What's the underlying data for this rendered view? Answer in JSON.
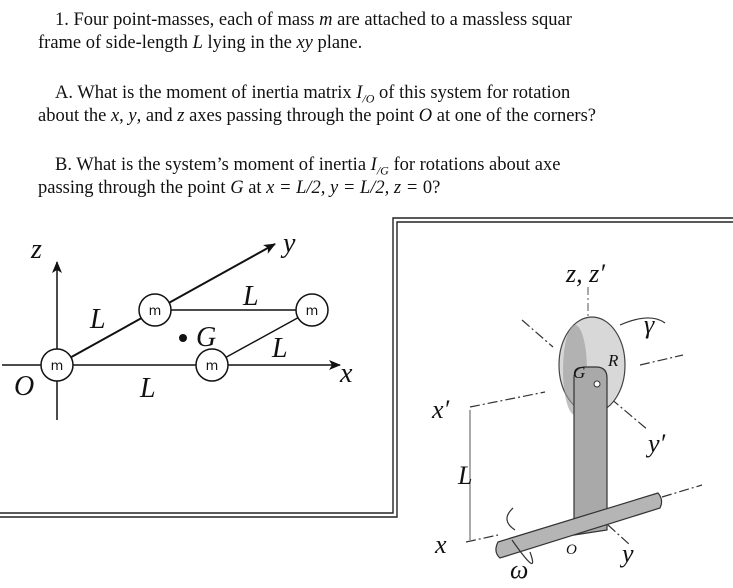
{
  "problem": {
    "intro": {
      "line1": [
        "1.  Four point-masses, each of mass ",
        "m",
        " are attached to a massless squar"
      ],
      "line2": [
        "frame of side-length ",
        "L",
        " lying in the ",
        "xy",
        " plane."
      ]
    },
    "partA": {
      "line1": [
        "A. What is the moment of inertia matrix ",
        "I",
        "/O",
        " of this system for rotation"
      ],
      "line2": [
        "about the ",
        "x",
        ", ",
        "y",
        ", and ",
        "z",
        " axes passing through the point ",
        "O",
        " at one of the corners?"
      ]
    },
    "partB": {
      "line1": [
        "B. What is the system’s moment of inertia ",
        "I",
        "/G",
        " for rotations about axe"
      ],
      "line2": [
        "passing through the point ",
        "G",
        " at ",
        "x = L/2, y = L/2, z = ",
        "0?"
      ]
    }
  },
  "figure_left": {
    "mass_label": "m",
    "axis_x": "x",
    "axis_y": "y",
    "axis_z": "z",
    "origin": "O",
    "center": "G",
    "side": "L"
  },
  "figure_right": {
    "axis_zz": "z, z′",
    "gamma": "γ",
    "radius": "R",
    "center": "G",
    "axis_xp": "x′",
    "axis_yp": "y′",
    "length": "L",
    "axis_x": "x",
    "origin": "O",
    "axis_y": "y",
    "omega": "ω"
  }
}
